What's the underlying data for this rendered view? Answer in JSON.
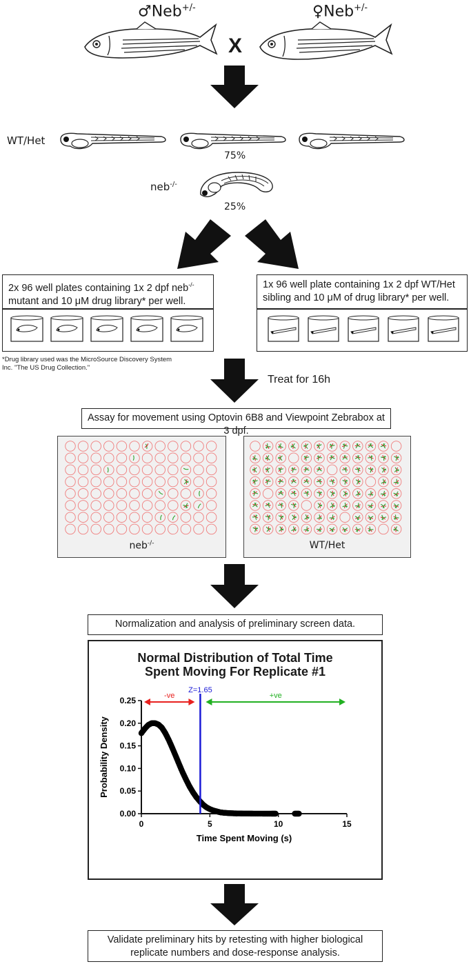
{
  "parents": {
    "male_label": "♂Neb",
    "male_sup": "+/-",
    "female_label": "♀Neb",
    "female_sup": "+/-",
    "cross_symbol": "X"
  },
  "offspring": {
    "wt_het_label": "WT/Het",
    "wt_het_percent": "75%",
    "mutant_label": "neb",
    "mutant_sup": "-/-",
    "mutant_percent": "25%"
  },
  "plates_left": {
    "line1": "2x 96 well plates containing 1x 2 dpf neb",
    "line1_sup": "-/-",
    "line2": "mutant and 10 μM drug library* per well."
  },
  "plates_right": {
    "line1": "1x 96 well plate containing 1x 2 dpf  WT/Het",
    "line2": "sibling and 10 μM of drug library* per well."
  },
  "footnote": "*Drug library used was the MicroSource Discovery System Inc. \"The US Drug Collection.\"",
  "treat_label": "Treat for 16h",
  "assay_label": "Assay for movement using Optovin 6B8 and Viewpoint Zebrabox at 3 dpf.",
  "plate_results": {
    "left_label": "neb",
    "left_sup": "-/-",
    "right_label": "WT/Het"
  },
  "normalization_label": "Normalization and analysis of preliminary screen data.",
  "chart_data": {
    "type": "scatter",
    "title_line1": "Normal Distribution of Total  Time",
    "title_line2": "Spent  Moving For  Replicate #1",
    "xlabel": "Time Spent  Moving  (s)",
    "ylabel": "Probability Density",
    "xlim": [
      0,
      15
    ],
    "ylim": [
      0,
      0.25
    ],
    "x_ticks": [
      0,
      5,
      10,
      15
    ],
    "y_ticks": [
      "0.00",
      "0.05",
      "0.10",
      "0.15",
      "0.20",
      "0.25"
    ],
    "z_line_x": 4.3,
    "z_label": "Z=1.65",
    "neg_label": "-ve",
    "pos_label": "+ve",
    "colors": {
      "points": "#000000",
      "z_line": "#1a1ad6",
      "neg": "#e8201e",
      "pos": "#21b021"
    },
    "x": [
      0.0,
      0.25,
      0.5,
      0.75,
      1.0,
      1.25,
      1.5,
      1.75,
      2.0,
      2.25,
      2.5,
      2.75,
      3.0,
      3.25,
      3.5,
      3.75,
      4.0,
      4.25,
      4.5,
      4.75,
      5.0,
      5.25,
      5.5,
      5.75,
      6.0,
      6.25,
      6.5,
      6.75,
      7.0,
      7.5,
      8.0,
      8.5,
      9.0,
      9.5,
      9.8,
      11.2,
      11.5
    ],
    "y": [
      0.178,
      0.188,
      0.196,
      0.2,
      0.2,
      0.197,
      0.19,
      0.178,
      0.163,
      0.146,
      0.128,
      0.11,
      0.092,
      0.076,
      0.061,
      0.048,
      0.037,
      0.028,
      0.02,
      0.014,
      0.01,
      0.007,
      0.005,
      0.003,
      0.002,
      0.0015,
      0.001,
      0.0007,
      0.0005,
      0.0003,
      0.0002,
      0.0001,
      0.0,
      0.0,
      0.0,
      0.0,
      0.0
    ]
  },
  "validate": {
    "line1": "Validate preliminary hits by retesting with higher biological",
    "line2": "replicate numbers and dose-response analysis."
  }
}
